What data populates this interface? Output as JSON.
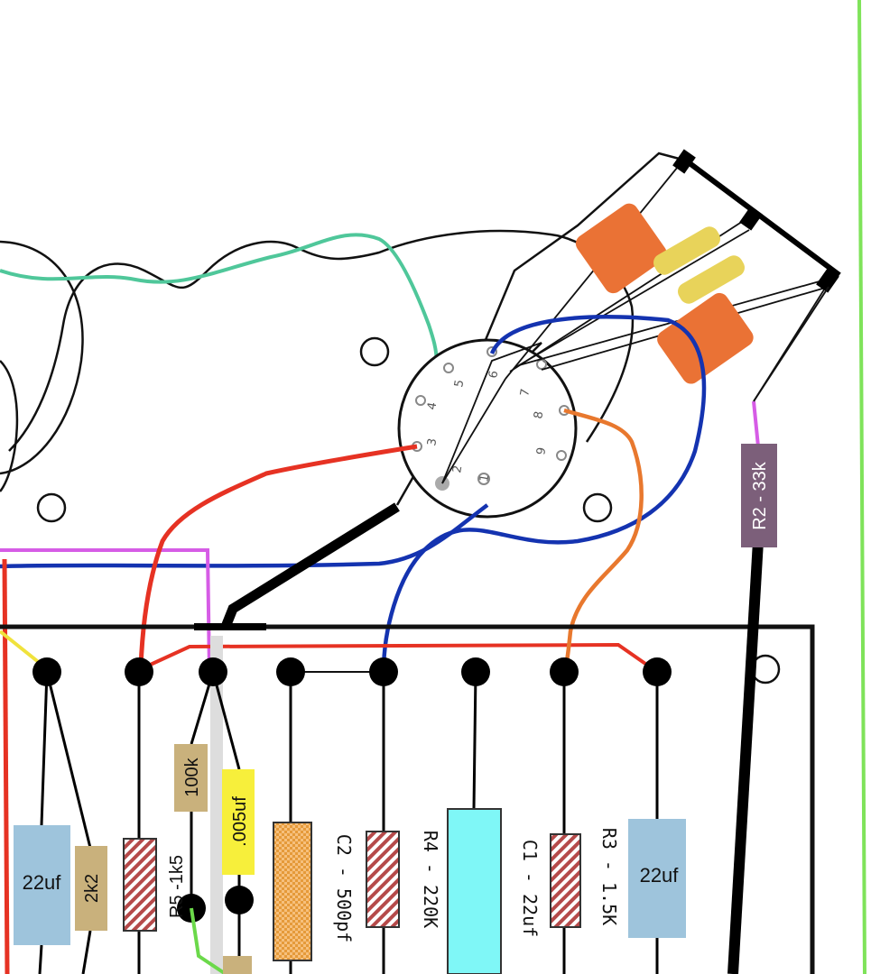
{
  "diagram": {
    "tube_socket": {
      "pins": [
        "1",
        "2",
        "3",
        "4",
        "5",
        "6",
        "7",
        "8",
        "9"
      ]
    },
    "components": {
      "r2": "R2 - 33k",
      "cap_22uf_left": "22uf",
      "res_2k2": "2k2",
      "r5": "R5 -1k5",
      "res_100k": "100k",
      "cap_005uf": ".005uf",
      "c2": "C2 - 500pf",
      "r4": "R4 - 220K",
      "c1": "C1 - 22uf",
      "r3": "R3 - 1.5K",
      "cap_22uf_right": "22uf"
    },
    "colors": {
      "red_wire": "#e63223",
      "blue_wire": "#1433b0",
      "magenta_wire": "#d65ce6",
      "orange_wire": "#e8782e",
      "teal_wire": "#4fc79a",
      "yellow_wire": "#f0e23c",
      "green_wire": "#6bd94a",
      "black_wire": "#000000",
      "orange_cap": "#ea7235",
      "yellow_resistor": "#e8d35a",
      "light_blue_cap": "#9ec4dc",
      "tan_resistor": "#c9b17c",
      "cyan_cap": "#7ff7f7",
      "r2_body": "#7c5f7a",
      "border_green": "#7fe35a"
    }
  }
}
